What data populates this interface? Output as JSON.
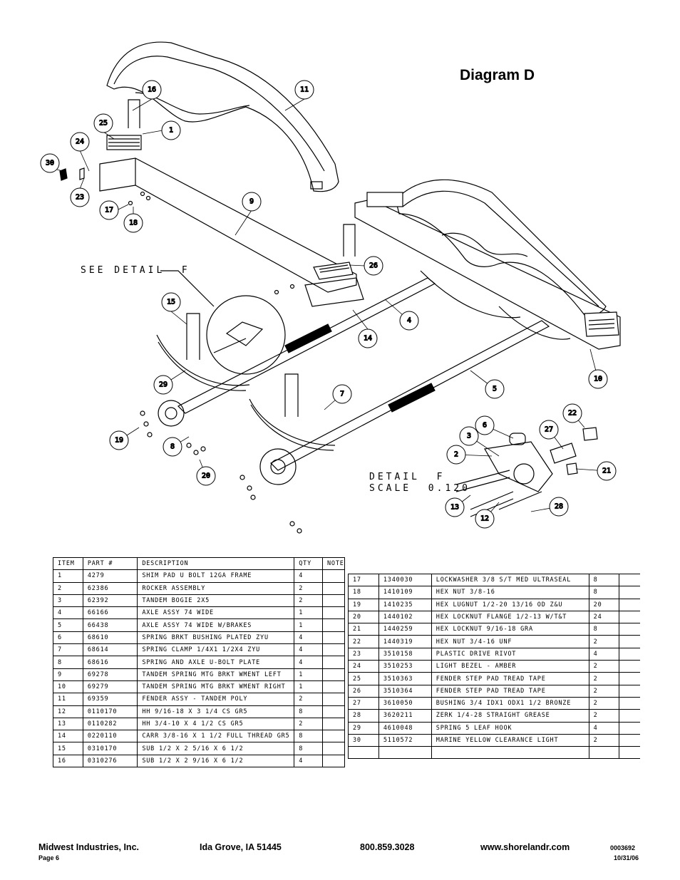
{
  "title": "Diagram D",
  "detail": {
    "see_detail": "SEE DETAIL  F",
    "detail_label": "DETAIL  F",
    "scale_label": "SCALE  0.120"
  },
  "callouts": [
    "16",
    "11",
    "25",
    "1",
    "24",
    "30",
    "23",
    "17",
    "18",
    "9",
    "26",
    "15",
    "14",
    "4",
    "29",
    "7",
    "5",
    "19",
    "8",
    "20",
    "10",
    "6",
    "3",
    "22",
    "27",
    "2",
    "21",
    "13",
    "12",
    "28"
  ],
  "table_headers": {
    "item": "ITEM",
    "part": "PART #",
    "description": "DESCRIPTION",
    "qty": "QTY",
    "note": "NOTE"
  },
  "parts_left": [
    {
      "item": "1",
      "part": "4279",
      "description": "SHIM PAD   U BOLT 12GA FRAME",
      "qty": "4"
    },
    {
      "item": "2",
      "part": "62386",
      "description": "ROCKER ASSEMBLY",
      "qty": "2"
    },
    {
      "item": "3",
      "part": "62392",
      "description": "TANDEM BOGIE   2X5",
      "qty": "2"
    },
    {
      "item": "4",
      "part": "66166",
      "description": "AXLE ASSY 74 WIDE",
      "qty": "1"
    },
    {
      "item": "5",
      "part": "66438",
      "description": "AXLE ASSY 74 WIDE W/BRAKES",
      "qty": "1"
    },
    {
      "item": "6",
      "part": "68610",
      "description": "SPRING BRKT BUSHING PLATED ZYU",
      "qty": "4"
    },
    {
      "item": "7",
      "part": "68614",
      "description": "SPRING CLAMP   1/4X1 1/2X4  ZYU",
      "qty": "4"
    },
    {
      "item": "8",
      "part": "68616",
      "description": "SPRING AND AXLE U-BOLT PLATE",
      "qty": "4"
    },
    {
      "item": "9",
      "part": "69278",
      "description": "TANDEM SPRING MTG BRKT WMENT LEFT",
      "qty": "1"
    },
    {
      "item": "10",
      "part": "69279",
      "description": "TANDEM SPRING MTG BRKT WMENT RIGHT",
      "qty": "1"
    },
    {
      "item": "11",
      "part": "69359",
      "description": "FENDER ASSY - TANDEM POLY",
      "qty": "2"
    },
    {
      "item": "12",
      "part": "0110170",
      "description": "HH 9/16-18 X 3 1/4 CS GR5",
      "qty": "8"
    },
    {
      "item": "13",
      "part": "0110282",
      "description": "HH 3/4-10 X 4 1/2 CS GR5",
      "qty": "2"
    },
    {
      "item": "14",
      "part": "0220110",
      "description": "CARR 3/8-16 X 1 1/2 FULL THREAD GR5",
      "qty": "8"
    },
    {
      "item": "15",
      "part": "0310170",
      "description": "SUB 1/2 X 2 5/16 X 6 1/2",
      "qty": "8"
    },
    {
      "item": "16",
      "part": "0310276",
      "description": "SUB 1/2 X 2 9/16 X 6 1/2",
      "qty": "4"
    }
  ],
  "parts_right": [
    {
      "item": "17",
      "part": "1340030",
      "description": "LOCKWASHER 3/8 S/T MED ULTRASEAL",
      "qty": "8"
    },
    {
      "item": "18",
      "part": "1410109",
      "description": "HEX NUT 3/8-16",
      "qty": "8"
    },
    {
      "item": "19",
      "part": "1410235",
      "description": "HEX LUGNUT 1/2-20 13/16 OD Z&U",
      "qty": "20"
    },
    {
      "item": "20",
      "part": "1440102",
      "description": "HEX LOCKNUT FLANGE 1/2-13 W/T&T",
      "qty": "24"
    },
    {
      "item": "21",
      "part": "1440259",
      "description": "HEX LOCKNUT 9/16-18 GRA",
      "qty": "8"
    },
    {
      "item": "22",
      "part": "1440319",
      "description": "HEX NUT 3/4-16 UNF",
      "qty": "2"
    },
    {
      "item": "23",
      "part": "3510158",
      "description": "PLASTIC DRIVE RIVOT",
      "qty": "4"
    },
    {
      "item": "24",
      "part": "3510253",
      "description": "LIGHT BEZEL - AMBER",
      "qty": "2"
    },
    {
      "item": "25",
      "part": "3510363",
      "description": "FENDER STEP PAD TREAD TAPE",
      "qty": "2"
    },
    {
      "item": "26",
      "part": "3510364",
      "description": "FENDER STEP PAD TREAD TAPE",
      "qty": "2"
    },
    {
      "item": "27",
      "part": "3610050",
      "description": "BUSHING  3/4 IDX1 ODX1 1/2 BRONZE",
      "qty": "2"
    },
    {
      "item": "28",
      "part": "3620211",
      "description": "ZERK  1/4-28 STRAIGHT GREASE",
      "qty": "2"
    },
    {
      "item": "29",
      "part": "4610048",
      "description": "SPRING  5 LEAF HOOK",
      "qty": "4"
    },
    {
      "item": "30",
      "part": "5110572",
      "description": "MARINE YELLOW CLEARANCE LIGHT",
      "qty": "2"
    },
    {
      "item": "",
      "part": "",
      "description": "",
      "qty": ""
    }
  ],
  "footer": {
    "company": "Midwest Industries, Inc.",
    "city": "Ida Grove, IA  51445",
    "phone": "800.859.3028",
    "web": "www.shorelandr.com",
    "page": "Page 6",
    "doc_number": "0003692",
    "date": "10/31/06"
  }
}
